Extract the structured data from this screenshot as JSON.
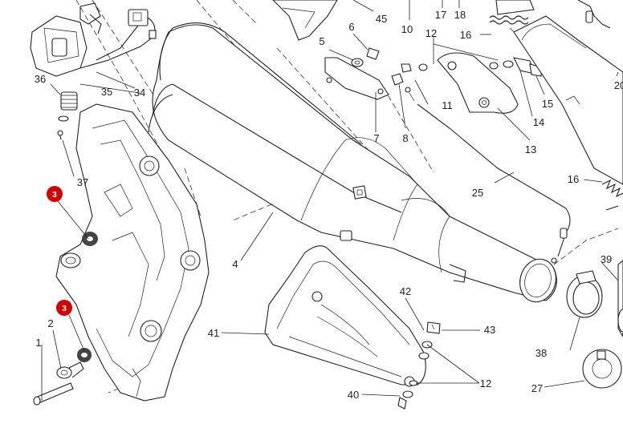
{
  "diagram": {
    "callouts": {
      "c1": "1",
      "c2": "2",
      "c3a": "3",
      "c3b": "3",
      "c4": "4",
      "c5": "5",
      "c6": "6",
      "c7": "7",
      "c8": "8",
      "c10": "10",
      "c11": "11",
      "c12a": "12",
      "c12b": "12",
      "c13": "13",
      "c14": "14",
      "c15": "15",
      "c16a": "16",
      "c16b": "16",
      "c17": "17",
      "c18": "18",
      "c20": "20",
      "c25": "25",
      "c27": "27",
      "c34": "34",
      "c35": "35",
      "c36": "36",
      "c37": "37",
      "c38": "38",
      "c39": "39",
      "c40": "40",
      "c41": "41",
      "c42": "42",
      "c43": "43",
      "c45": "45"
    },
    "colors": {
      "line": "#222222",
      "badge": "#cc0000",
      "background": "#ffffff"
    }
  }
}
